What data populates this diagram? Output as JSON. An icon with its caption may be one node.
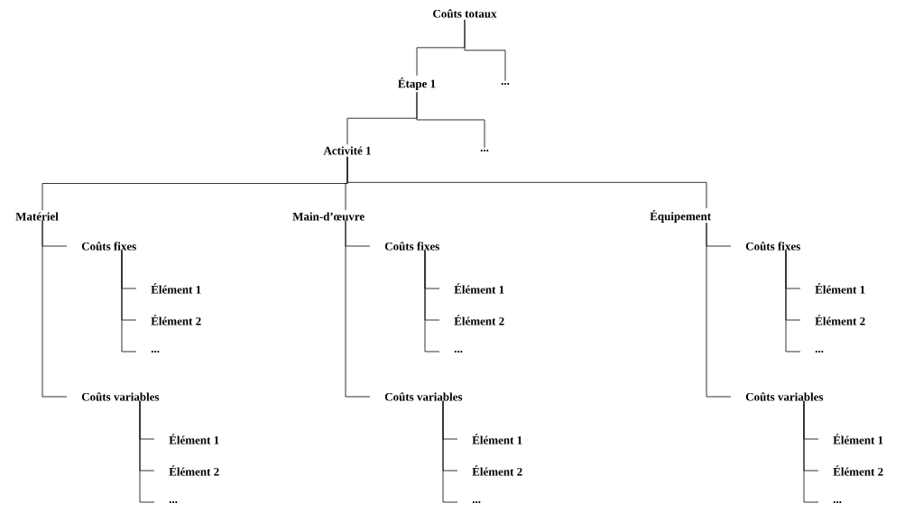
{
  "diagram": {
    "nodes": [
      {
        "text": [
          "Coûts totaux"
        ]
      },
      {
        "text": [
          "Étape 1"
        ]
      },
      {
        "text": [
          "..."
        ]
      },
      {
        "text": [
          "Activité 1"
        ]
      },
      {
        "text": [
          "..."
        ]
      },
      {
        "text": [
          "Matériel"
        ]
      },
      {
        "text": [
          "Main-d’œuvre"
        ]
      },
      {
        "text": [
          "Équipement"
        ]
      },
      {
        "text": [
          "Coûts fixes"
        ]
      },
      {
        "text": [
          "Élément 1"
        ]
      },
      {
        "text": [
          "Élément 2"
        ]
      },
      {
        "text": [
          "..."
        ]
      },
      {
        "text": [
          "Coûts variables"
        ]
      },
      {
        "text": [
          "Élément 1"
        ]
      },
      {
        "text": [
          "Élément 2"
        ]
      },
      {
        "text": [
          "..."
        ]
      },
      {
        "text": [
          "Coûts fixes"
        ]
      },
      {
        "text": [
          "Élément 1"
        ]
      },
      {
        "text": [
          "Élément 2"
        ]
      },
      {
        "text": [
          "..."
        ]
      },
      {
        "text": [
          "Coûts variables"
        ]
      },
      {
        "text": [
          "Élément 1"
        ]
      },
      {
        "text": [
          "Élément 2"
        ]
      },
      {
        "text": [
          "..."
        ]
      },
      {
        "text": [
          "Coûts fixes"
        ]
      },
      {
        "text": [
          "Élément 1"
        ]
      },
      {
        "text": [
          "Élément 2"
        ]
      },
      {
        "text": [
          "..."
        ]
      },
      {
        "text": [
          "Coûts variables"
        ]
      },
      {
        "text": [
          "Élément 1"
        ]
      },
      {
        "text": [
          "Élément 2"
        ]
      },
      {
        "text": [
          "..."
        ]
      }
    ],
    "edges": [
      {
        "from": 0,
        "to": 1,
        "arrow": "none"
      },
      {
        "from": 0,
        "to": 2,
        "arrow": "none"
      },
      {
        "from": 1,
        "to": 3,
        "arrow": "none"
      },
      {
        "from": 1,
        "to": 4,
        "arrow": "none"
      },
      {
        "from": 3,
        "to": 5,
        "arrow": "none"
      },
      {
        "from": 3,
        "to": 6,
        "arrow": "none"
      },
      {
        "from": 3,
        "to": 7,
        "arrow": "none"
      },
      {
        "from": 5,
        "to": 8,
        "arrow": "none"
      },
      {
        "from": 8,
        "to": 9,
        "arrow": "none"
      },
      {
        "from": 8,
        "to": 10,
        "arrow": "none"
      },
      {
        "from": 8,
        "to": 11,
        "arrow": "none"
      },
      {
        "from": 5,
        "to": 12,
        "arrow": "none"
      },
      {
        "from": 12,
        "to": 13,
        "arrow": "none"
      },
      {
        "from": 12,
        "to": 14,
        "arrow": "none"
      },
      {
        "from": 12,
        "to": 15,
        "arrow": "none"
      },
      {
        "from": 6,
        "to": 16,
        "arrow": "none"
      },
      {
        "from": 16,
        "to": 17,
        "arrow": "none"
      },
      {
        "from": 16,
        "to": 18,
        "arrow": "none"
      },
      {
        "from": 16,
        "to": 19,
        "arrow": "none"
      },
      {
        "from": 6,
        "to": 20,
        "arrow": "none"
      },
      {
        "from": 20,
        "to": 21,
        "arrow": "none"
      },
      {
        "from": 20,
        "to": 22,
        "arrow": "none"
      },
      {
        "from": 20,
        "to": 23,
        "arrow": "none"
      },
      {
        "from": 7,
        "to": 24,
        "arrow": "none"
      },
      {
        "from": 24,
        "to": 25,
        "arrow": "none"
      },
      {
        "from": 24,
        "to": 26,
        "arrow": "none"
      },
      {
        "from": 24,
        "to": 27,
        "arrow": "none"
      },
      {
        "from": 7,
        "to": 28,
        "arrow": "none"
      },
      {
        "from": 28,
        "to": 29,
        "arrow": "none"
      },
      {
        "from": 28,
        "to": 30,
        "arrow": "none"
      },
      {
        "from": 28,
        "to": 31,
        "arrow": "none"
      }
    ]
  }
}
